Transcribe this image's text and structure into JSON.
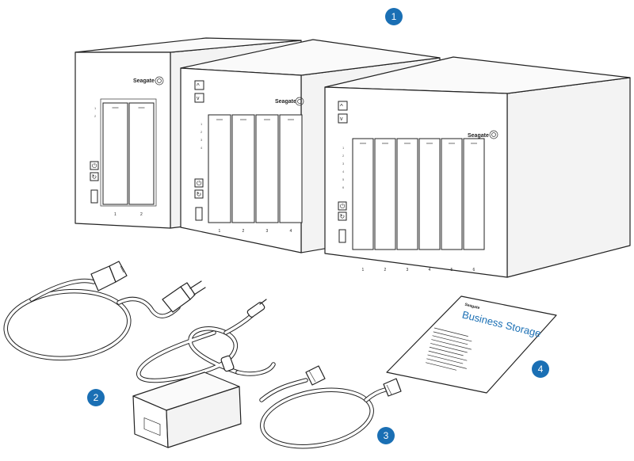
{
  "brand": "Seagate",
  "callouts": [
    "1",
    "2",
    "3",
    "4"
  ],
  "nas_units": [
    {
      "id": "2-bay",
      "bays": 2,
      "bay_labels": [
        "1",
        "2"
      ]
    },
    {
      "id": "4-bay",
      "bays": 4,
      "bay_labels": [
        "1",
        "2",
        "3",
        "4"
      ]
    },
    {
      "id": "6-bay",
      "bays": 6,
      "bay_labels": [
        "1",
        "2",
        "3",
        "4",
        "5",
        "6"
      ]
    }
  ],
  "guide": {
    "brand": "Seagate",
    "title": "Business Storage"
  },
  "colors": {
    "callout": "#1a6fb4",
    "line": "#222222"
  }
}
